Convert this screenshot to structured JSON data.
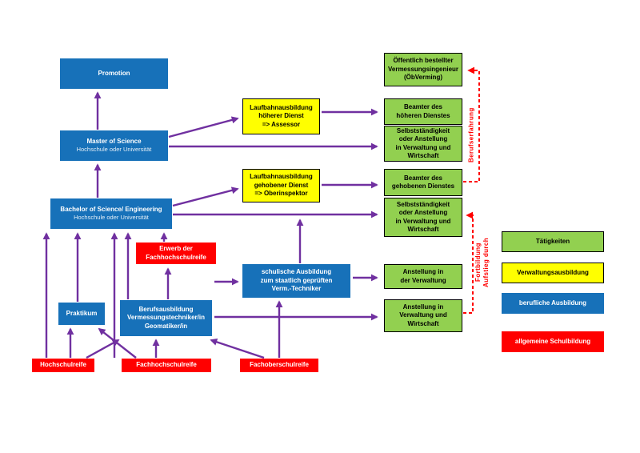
{
  "diagram": {
    "nodes": {
      "promotion": {
        "label": "Promotion"
      },
      "master": {
        "label": "Master of Science",
        "sub": "Hochschule oder Universität"
      },
      "bachelor": {
        "label": "Bachelor of Science/ Engineering",
        "sub": "Hochschule oder Universität"
      },
      "praktikum": {
        "label": "Praktikum"
      },
      "berufsausbildung": {
        "l1": "Berufsausbildung",
        "l2": "Vermessungstechniker/in",
        "l3": "Geomatiker/in"
      },
      "schulische_ausbildung": {
        "l1": "schulische Ausbildung",
        "l2": "zum staatlich geprüften",
        "l3": "Verm.-Techniker"
      },
      "laufbahn_hoeherer": {
        "l1": "Laufbahnausbildung",
        "l2": "höherer Dienst",
        "l3": "=> Assessor"
      },
      "laufbahn_gehobener": {
        "l1": "Laufbahnausbildung",
        "l2": "gehobener Dienst",
        "l3": "=> Oberinspektor"
      },
      "oebverming": {
        "l1": "Öffentlich bestellter",
        "l2": "Vermessungsingenieur",
        "l3": "(ÖbVerming)"
      },
      "beamter_hoeherer": {
        "l1": "Beamter des",
        "l2": "höheren Dienstes"
      },
      "selbststaendigkeit_1": {
        "l1": "Selbstständigkeit",
        "l2": "oder Anstellung",
        "l3": "in Verwaltung und",
        "l4": "Wirtschaft"
      },
      "beamter_gehobener": {
        "l1": "Beamter des",
        "l2": "gehobenen Dienstes"
      },
      "selbststaendigkeit_2": {
        "l1": "Selbstständigkeit",
        "l2": "oder Anstellung",
        "l3": "in Verwaltung und",
        "l4": "Wirtschaft"
      },
      "anstellung_verwaltung": {
        "l1": "Anstellung in",
        "l2": "der Verwaltung"
      },
      "anstellung_verwaltung_wirtschaft": {
        "l1": "Anstellung in",
        "l2": "Verwaltung und",
        "l3": "Wirtschaft"
      },
      "erwerb_fachhochschulreife": {
        "l1": "Erwerb der",
        "l2": "Fachhochschulreife"
      },
      "hochschulreife": {
        "label": "Hochschulreife"
      },
      "fachhochschulreife": {
        "label": "Fachhochschulreife"
      },
      "fachoberschulreife": {
        "label": "Fachoberschulreife"
      }
    },
    "annotations": {
      "berufserfahrung": "Berufserfahrung",
      "aufstieg_line1": "Aufstieg durch",
      "aufstieg_line2": "Fortbildung"
    },
    "legend": {
      "taetigkeiten": "Tätigkeiten",
      "verwaltungsausbildung": "Verwaltungsausbildung",
      "berufliche_ausbildung": "berufliche Ausbildung",
      "allgemeine_schulbildung": "allgemeine Schulbildung"
    },
    "colors": {
      "blue": "#1771B9",
      "green": "#92D050",
      "yellow": "#FFFF00",
      "red": "#FF0000",
      "arrow_purple": "#7030A0",
      "arrow_red": "#FF0000"
    }
  }
}
